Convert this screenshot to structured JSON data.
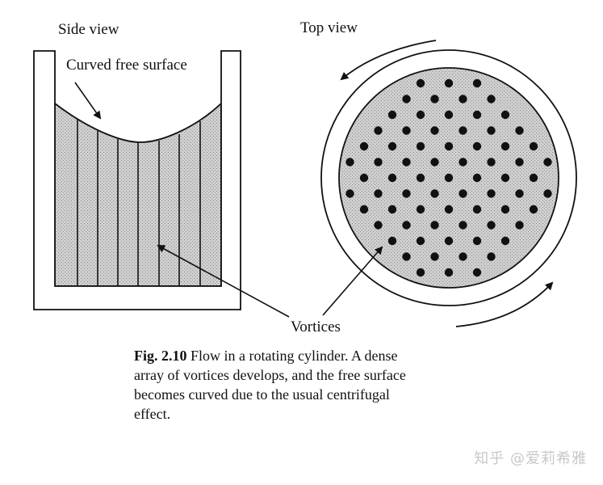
{
  "labels": {
    "side_view": "Side view",
    "top_view": "Top view",
    "curved_free_surface": "Curved free surface",
    "vortices": "Vortices"
  },
  "caption": {
    "fig_number": "Fig. 2.10",
    "lines": [
      "Flow in a rotating cylinder. A dense",
      "array of vortices develops, and the free surface",
      "becomes curved due to the usual centrifugal",
      "effect."
    ]
  },
  "watermark": "知乎 @爱莉希雅",
  "colors": {
    "ink": "#111111",
    "fluid_fill": "#c9c9c9",
    "watermark": "#c8c8c8"
  }
}
